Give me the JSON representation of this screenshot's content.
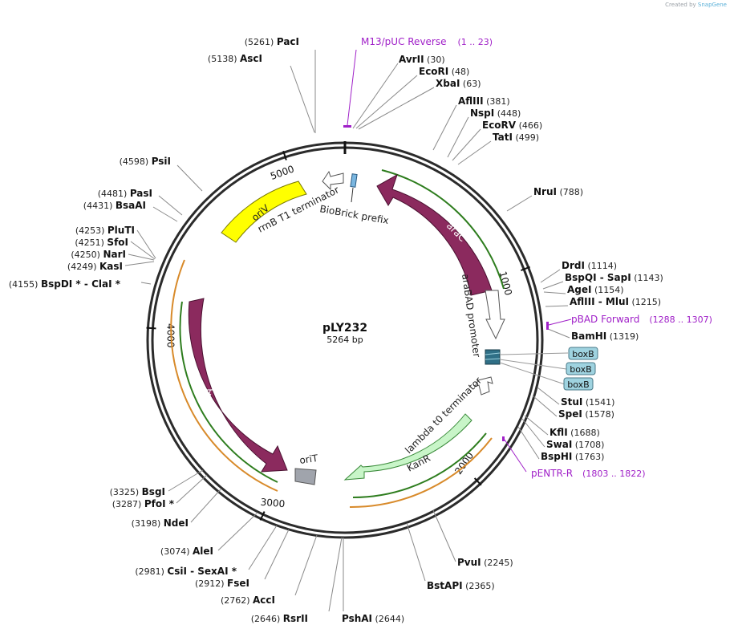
{
  "credit": {
    "prefix": "Created by",
    "brand": "SnapGene"
  },
  "plasmid": {
    "name": "pLY232",
    "size_label": "5264 bp",
    "length": 5264
  },
  "ticks": [
    {
      "label": "1000",
      "pos": 1000
    },
    {
      "label": "2000",
      "pos": 2000
    },
    {
      "label": "3000",
      "pos": 3000
    },
    {
      "label": "4000",
      "pos": 4000
    },
    {
      "label": "5000",
      "pos": 5000
    }
  ],
  "sites": [
    {
      "name": "PacI",
      "pos": "(5261)"
    },
    {
      "name": "AscI",
      "pos": "(5138)"
    },
    {
      "name": "AvrII",
      "pos": "(30)"
    },
    {
      "name": "EcoRI",
      "pos": "(48)"
    },
    {
      "name": "XbaI",
      "pos": "(63)"
    },
    {
      "name": "AflIII",
      "pos": "(381)"
    },
    {
      "name": "NspI",
      "pos": "(448)"
    },
    {
      "name": "EcoRV",
      "pos": "(466)"
    },
    {
      "name": "TatI",
      "pos": "(499)"
    },
    {
      "name": "NruI",
      "pos": "(788)"
    },
    {
      "name": "DrdI",
      "pos": "(1114)"
    },
    {
      "name": "BspQI",
      "sep": " - ",
      "name2": "SapI",
      "pos": "(1143)"
    },
    {
      "name": "AgeI",
      "pos": "(1154)"
    },
    {
      "name": "AflIII",
      "sep": " - ",
      "name2": "MluI",
      "pos": "(1215)"
    },
    {
      "name": "BamHI",
      "pos": "(1319)"
    },
    {
      "name": "StuI",
      "pos": "(1541)"
    },
    {
      "name": "SpeI",
      "pos": "(1578)"
    },
    {
      "name": "KflI",
      "pos": "(1688)"
    },
    {
      "name": "SwaI",
      "pos": "(1708)"
    },
    {
      "name": "BspHI",
      "pos": "(1763)"
    },
    {
      "name": "PvuI",
      "pos": "(2245)"
    },
    {
      "name": "BstAPI",
      "pos": "(2365)"
    },
    {
      "name": "PshAI",
      "pos": "(2644)"
    },
    {
      "name": "RsrII",
      "pos": "(2646)"
    },
    {
      "name": "AccI",
      "pos": "(2762)"
    },
    {
      "name": "FseI",
      "pos": "(2912)"
    },
    {
      "name": "CsiI",
      "sep": " - ",
      "name2": "SexAI *",
      "pos": "(2981)"
    },
    {
      "name": "AleI",
      "pos": "(3074)"
    },
    {
      "name": "NdeI",
      "pos": "(3198)"
    },
    {
      "name": "PfoI *",
      "pos": "(3287)"
    },
    {
      "name": "BsgI",
      "pos": "(3325)"
    },
    {
      "name": "BspDI *",
      "sep": " - ",
      "name2": "ClaI *",
      "pos": "(4155)"
    },
    {
      "name": "KasI",
      "pos": "(4249)"
    },
    {
      "name": "NarI",
      "pos": "(4250)"
    },
    {
      "name": "SfoI",
      "pos": "(4251)"
    },
    {
      "name": "PluTI",
      "pos": "(4253)"
    },
    {
      "name": "BsaAI",
      "pos": "(4431)"
    },
    {
      "name": "PasI",
      "pos": "(4481)"
    },
    {
      "name": "PsiI",
      "pos": "(4598)"
    }
  ],
  "primers": [
    {
      "name": "M13/pUC Reverse",
      "range": "(1 .. 23)"
    },
    {
      "name": "pBAD Forward",
      "range": "(1288 .. 1307)"
    },
    {
      "name": "pENTR-R",
      "range": "(1803 .. 1822)"
    }
  ],
  "features": {
    "araC": "araC",
    "araBAD": "araBAD promoter",
    "lambda": "lambda t0 terminator",
    "KanR": "KanR",
    "oriT": "oriT",
    "trfA": "trfA",
    "oriV": "oriV",
    "rrnB": "rrnB T1 terminator",
    "BioBrick": "BioBrick prefix",
    "boxB": [
      "boxB",
      "boxB",
      "boxB"
    ]
  },
  "colors": {
    "backbone": "#2b2b2b",
    "cds": "#8b2a5e",
    "promoter": "#ffffff",
    "origin": "#ffff00",
    "kanr": "#c8f5c8",
    "orit": "#a0a4ac",
    "primer": "#a020c8",
    "boxb": "#9fd3e0",
    "orf_green": "#2e7d1e",
    "orf_orange": "#d88a2a"
  }
}
